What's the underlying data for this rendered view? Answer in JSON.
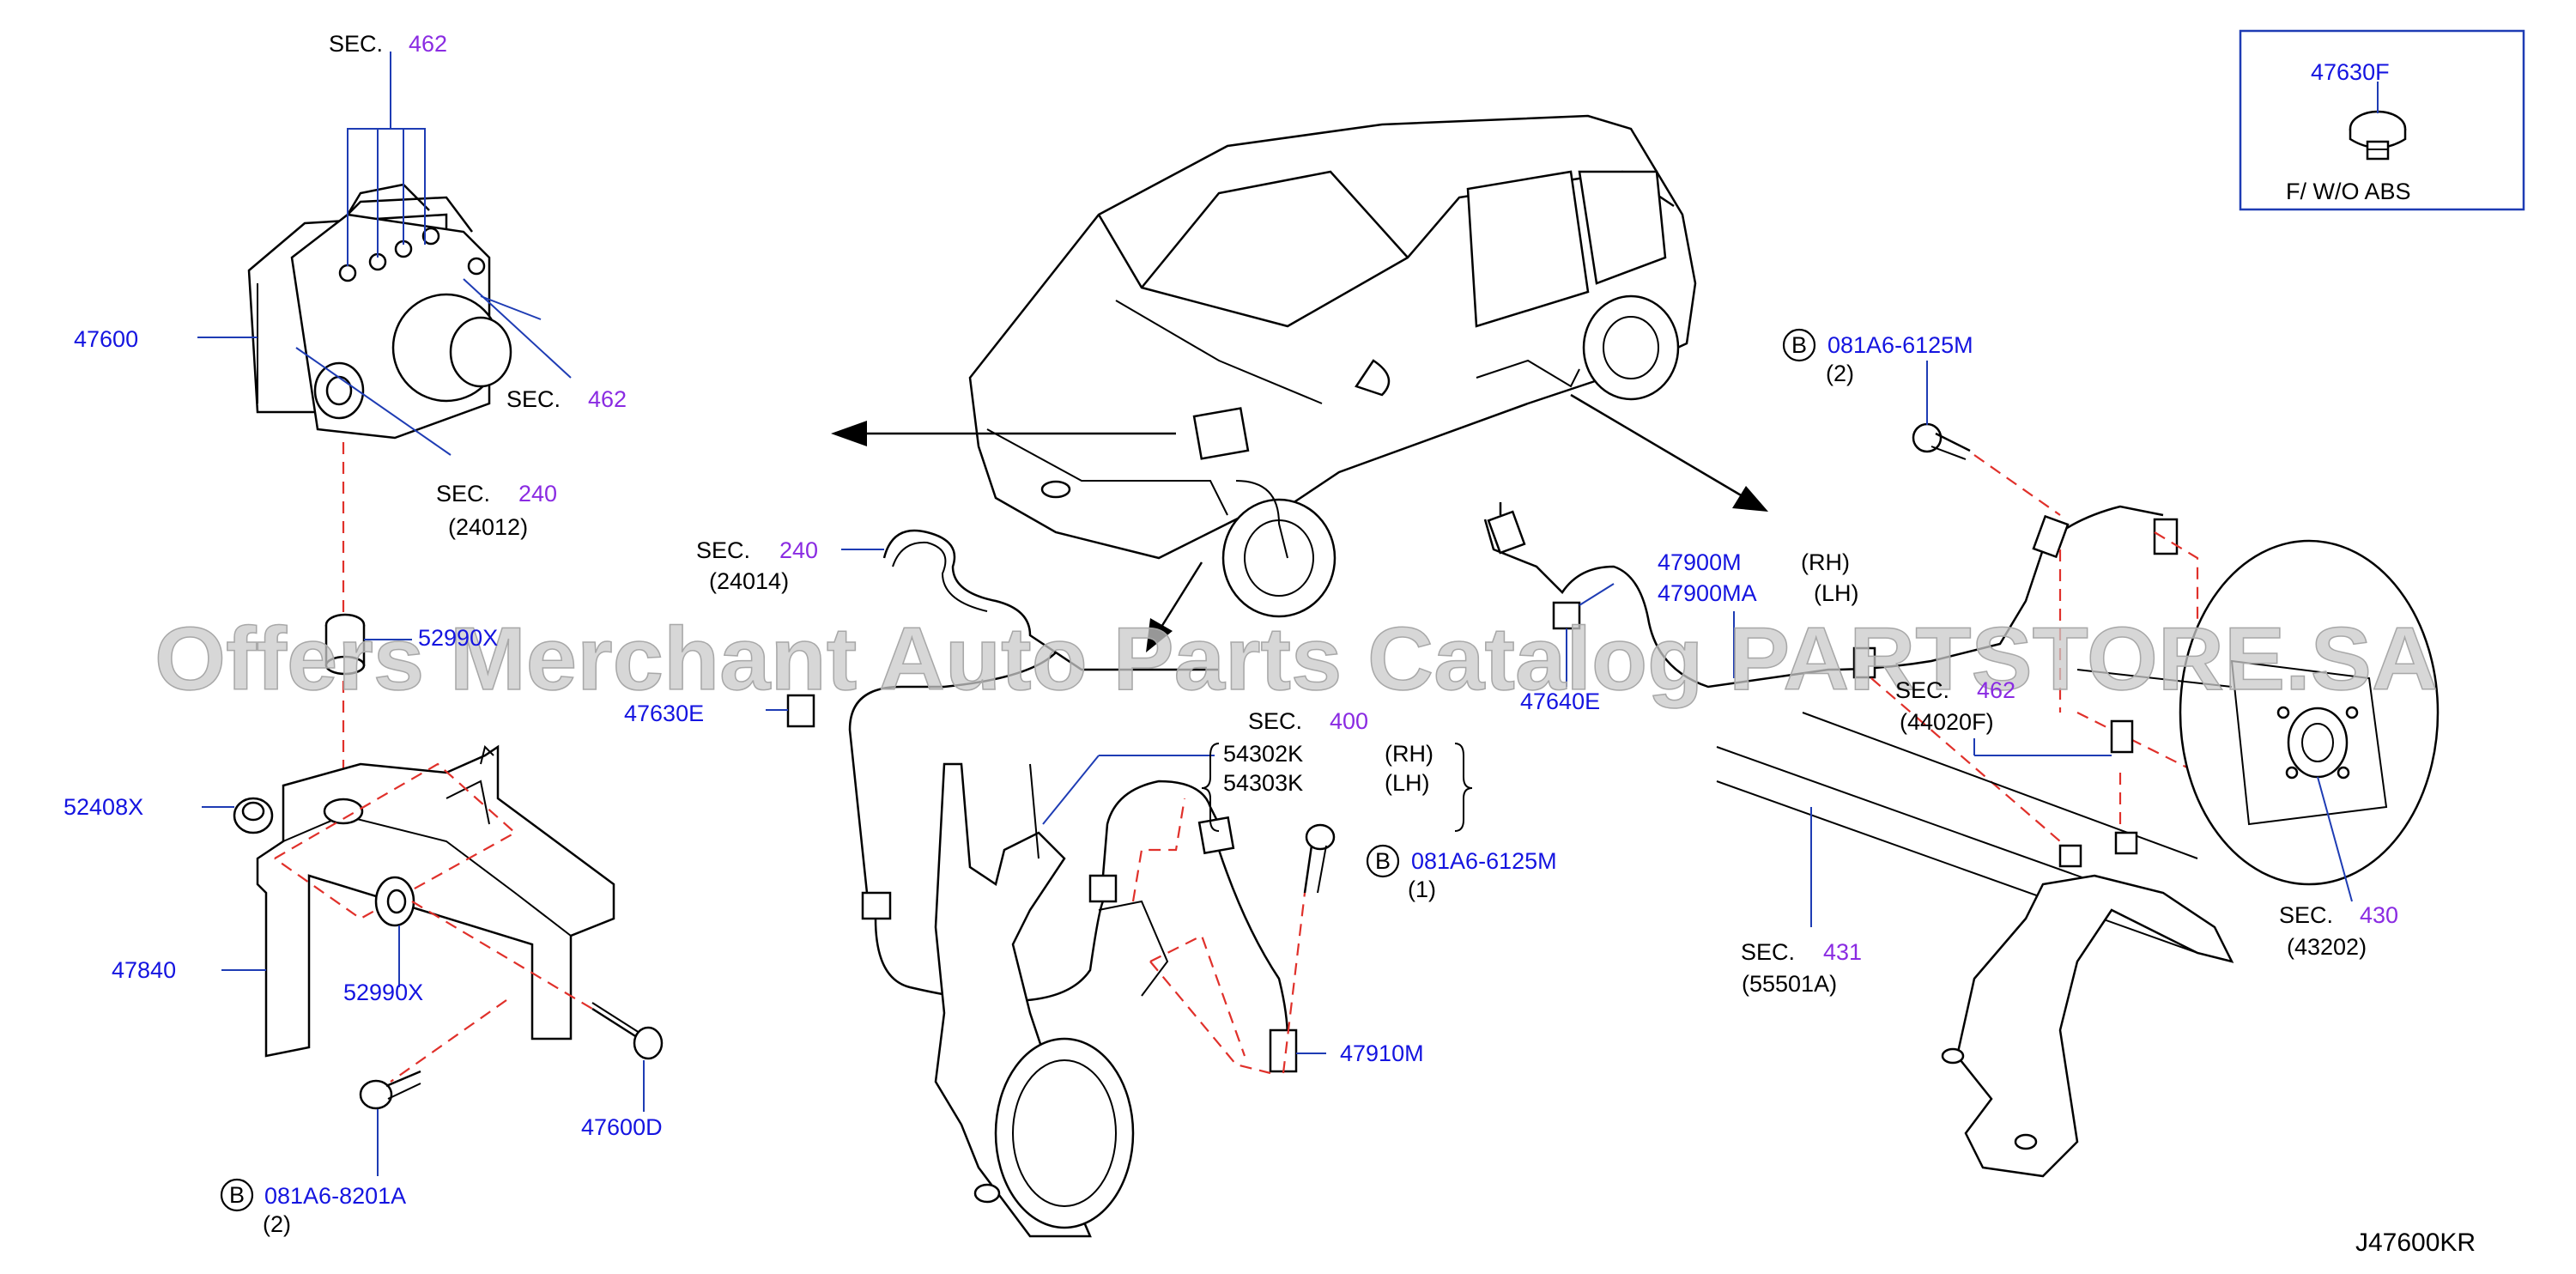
{
  "diagram_id": "J47600KR",
  "watermark": "Offers Merchant Auto Parts Catalog PARTSTORE.SA",
  "inset": {
    "part": "47630F",
    "note": "F/   W/O   ABS"
  },
  "labels": {
    "sec_word": "SEC.",
    "sec462_top": "462",
    "sec462_mid": "462",
    "p47600": "47600",
    "sec240_a": "240",
    "sec240_a_sub": "(24012)",
    "sec240_b": "240",
    "sec240_b_sub": "(24014)",
    "p52990x_top": "52990X",
    "p47630e": "47630E",
    "p52408x": "52408X",
    "p47840": "47840",
    "p52990x_bot": "52990X",
    "p47600d": "47600D",
    "b_circle": "B",
    "b_bolt_left": "081A6-8201A",
    "b_bolt_left_qty": "(2)",
    "sec400": "400",
    "p54302k": "54302K",
    "p54302k_side": "(RH)",
    "p54303k": "54303K",
    "p54303k_side": "(LH)",
    "b_bolt_mid": "081A6-6125M",
    "b_bolt_mid_qty": "(1)",
    "p47910m": "47910M",
    "b_bolt_right": "081A6-6125M",
    "b_bolt_right_qty": "(2)",
    "p47900m": "47900M",
    "p47900m_side": "(RH)",
    "p47900ma": "47900MA",
    "p47900ma_side": "(LH)",
    "p47640e": "47640E",
    "sec462_right": "462",
    "sec462_right_sub": "(44020F)",
    "sec431": "431",
    "sec431_sub": "(55501A)",
    "sec430": "430",
    "sec430_sub": "(43202)"
  },
  "colors": {
    "part_number": "#1414e0",
    "section_number": "#8a2be2",
    "leader": "#1e3cb4",
    "dash": "#e0302a",
    "line": "#000000"
  }
}
